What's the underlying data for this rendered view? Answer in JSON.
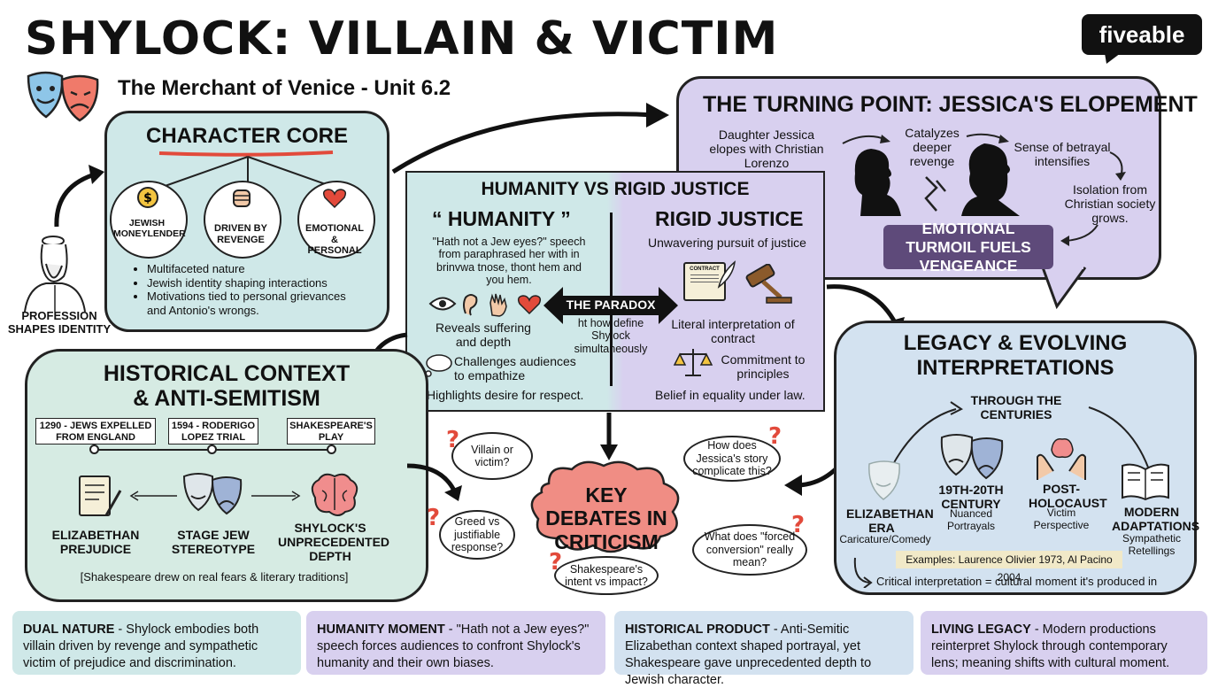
{
  "title": "SHYLOCK: VILLAIN & VICTIM",
  "subtitle": "The Merchant of Venice - Unit 6.2",
  "brand": {
    "prefix": "five",
    "suffix": "able"
  },
  "colors": {
    "red": "#e24a3b",
    "teal": "#cfe8e8",
    "lavender": "#d8d0ef",
    "dark_purple": "#5e4a7a"
  },
  "profession": {
    "line1": "PROFESSION",
    "line2": "SHAPES IDENTITY"
  },
  "character_core": {
    "heading": "CHARACTER CORE",
    "circles": [
      {
        "label": "JEWISH MONEYLENDER",
        "icon": "coin-icon"
      },
      {
        "label": "DRIVEN BY REVENGE",
        "icon": "fist-icon"
      },
      {
        "label": "EMOTIONAL & PERSONAL",
        "icon": "heart-icon"
      }
    ],
    "bullets": [
      "Multifaceted nature",
      "Jewish identity shaping interactions",
      "Motivations tied to personal grievances",
      "and Antonio's wrongs."
    ]
  },
  "turning_point": {
    "heading": "THE TURNING POINT: JESSICA'S ELOPEMENT",
    "step1": "Daughter Jessica elopes with Christian Lorenzo",
    "step2": "Catalyzes deeper revenge",
    "step3": "Sense of betrayal intensifies",
    "step4": "Isolation from Christian society grows.",
    "banner": "EMOTIONAL TURMOIL FUELS VENGEANCE"
  },
  "humanity_justice": {
    "heading": "HUMANITY VS RIGID JUSTICE",
    "left_title": "“ HUMANITY ”",
    "left_quote": "\"Hath not a Jew eyes?\" speech from paraphrased her with in brinvwa tnose, thont hem and you hem.",
    "left_point1": "Reveals suffering and depth",
    "left_point2": "Challenges audiences to empathize",
    "left_point3": "Highlights desire for respect.",
    "right_title": "RIGID JUSTICE",
    "right_sub": "Unwavering pursuit of justice",
    "contract_label": "CONTRACT",
    "right_point1": "Literal interpretation of contract",
    "right_point2": "Commitment to principles",
    "right_point3": "Belief in equality under law.",
    "paradox": "THE PARADOX",
    "paradox_sub": "ht how define Shylock simultaneously"
  },
  "historical": {
    "heading1": "HISTORICAL CONTEXT",
    "heading2": "& ANTI-SEMITISM",
    "timeline": [
      "1290 - JEWS EXPELLED FROM ENGLAND",
      "1594 - RODERIGO LOPEZ TRIAL",
      "SHAKESPEARE'S PLAY"
    ],
    "items": [
      "ELIZABETHAN PREJUDICE",
      "STAGE JEW STEREOTYPE",
      "SHYLOCK'S UNPRECEDENTED DEPTH"
    ],
    "note": "[Shakespeare drew on real fears & literary traditions]"
  },
  "debates": {
    "center": "KEY DEBATES IN CRITICISM",
    "questions": [
      "Villain or victim?",
      "Greed vs justifiable response?",
      "Shakespeare's intent vs impact?",
      "How does Jessica's story complicate this?",
      "What does \"forced conversion\" really mean?"
    ]
  },
  "legacy": {
    "heading": "LEGACY & EVOLVING INTERPRETATIONS",
    "arc": "THROUGH THE CENTURIES",
    "eras": [
      {
        "title": "ELIZABETHAN ERA",
        "desc": "Caricature/Comedy"
      },
      {
        "title": "19TH-20TH CENTURY",
        "desc": "Nuanced Portrayals"
      },
      {
        "title": "POST-HOLOCAUST",
        "desc": "Victim Perspective"
      },
      {
        "title": "MODERN ADAPTATIONS",
        "desc": "Sympathetic Retellings"
      }
    ],
    "examples": "Examples: Laurence Olivier 1973, Al Pacino 2004",
    "conclusion": "Critical interpretation = cultural moment it's produced in"
  },
  "footer": [
    {
      "lead": "DUAL NATURE",
      "text": " - Shylock embodies both villain driven by revenge and sympathetic victim of prejudice and discrimination."
    },
    {
      "lead": "HUMANITY MOMENT",
      "text": " - \"Hath not a Jew eyes?\" speech forces audiences to confront Shylock's humanity and their own biases."
    },
    {
      "lead": "HISTORICAL PRODUCT",
      "text": " - Anti-Semitic Elizabethan context shaped portrayal, yet Shakespeare gave unprecedented depth to Jewish character."
    },
    {
      "lead": "LIVING LEGACY",
      "text": " - Modern productions reinterpret Shylock through contemporary lens; meaning shifts with cultural moment."
    }
  ]
}
